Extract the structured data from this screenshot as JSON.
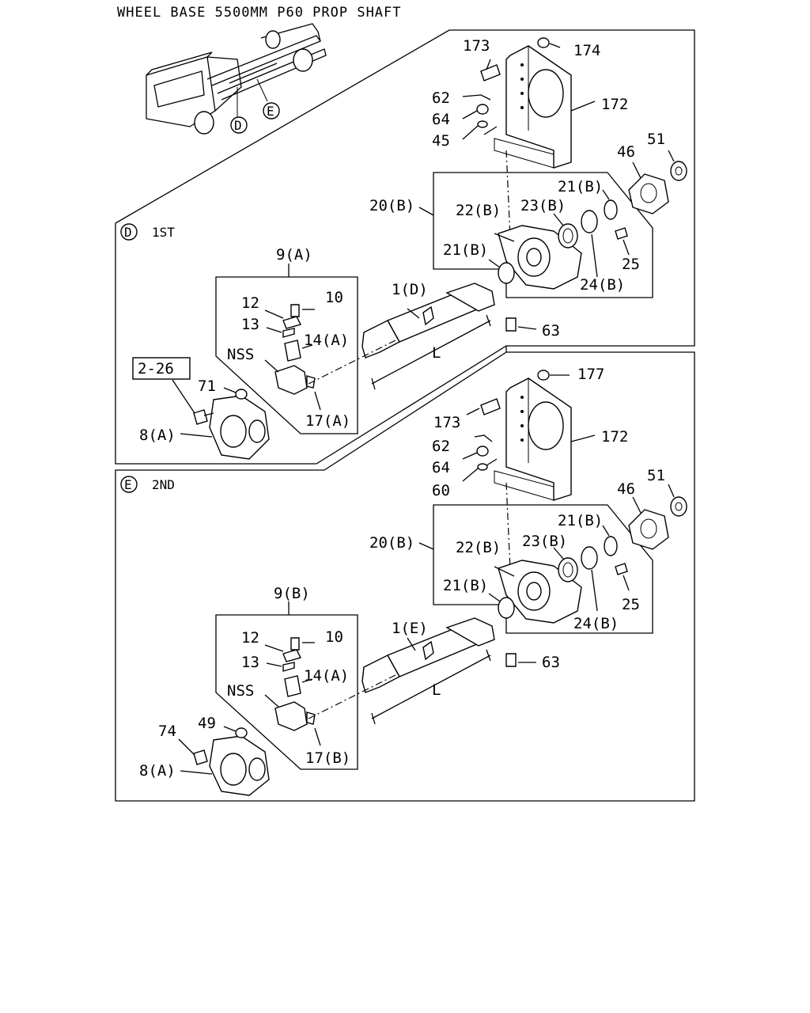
{
  "title": "WHEEL BASE 5500MM P60 PROP SHAFT",
  "overview": {
    "callout_d": "D",
    "callout_e": "E"
  },
  "section_1": {
    "marker": "D",
    "label": "1ST",
    "labels": {
      "p173": "173",
      "p174": "174",
      "p172": "172",
      "p62": "62",
      "p64": "64",
      "p45": "45",
      "p51": "51",
      "p46": "46",
      "p21b_top": "21(B)",
      "p20b": "20(B)",
      "p22b": "22(B)",
      "p23b": "23(B)",
      "p21b_low": "21(B)",
      "p25": "25",
      "p24b": "24(B)",
      "p9": "9(A)",
      "p12": "12",
      "p10": "10",
      "p13": "13",
      "p14": "14(A)",
      "nss": "NSS",
      "p1": "1(D)",
      "p63": "63",
      "len": "L",
      "ref": "2-26",
      "p71": "71",
      "p8": "8(A)",
      "p17": "17(A)"
    }
  },
  "section_2": {
    "marker": "E",
    "label": "2ND",
    "labels": {
      "p177": "177",
      "p173": "173",
      "p172": "172",
      "p62": "62",
      "p64": "64",
      "p60": "60",
      "p51": "51",
      "p46": "46",
      "p21b_top": "21(B)",
      "p20b": "20(B)",
      "p22b": "22(B)",
      "p23b": "23(B)",
      "p21b_low": "21(B)",
      "p25": "25",
      "p24b": "24(B)",
      "p9": "9(B)",
      "p12": "12",
      "p10": "10",
      "p13": "13",
      "p14": "14(A)",
      "nss": "NSS",
      "p1": "1(E)",
      "p63": "63",
      "len": "L",
      "p74": "74",
      "p49": "49",
      "p8": "8(A)",
      "p17": "17(B)"
    }
  }
}
